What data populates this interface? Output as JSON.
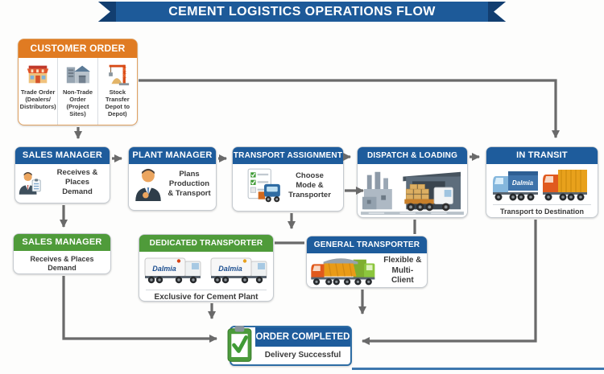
{
  "title": "CEMENT LOGISTICS OPERATIONS FLOW",
  "colors": {
    "header_blue": "#1e5c9c",
    "header_green": "#4f9b3a",
    "header_orange": "#e07b22",
    "ribbon_blue": "#1d5a99",
    "arrow_gray": "#6a6a6a",
    "accent_line_blue": "#3d77ae"
  },
  "icons": {
    "store-icon": "storefront with awning",
    "warehouse-icon": "industrial building",
    "crane-icon": "construction crane with stock pile",
    "person-clipboard-icon": "manager holding clipboard",
    "person-icon": "plant manager figure",
    "checklist-truck-icon": "checklist with truck",
    "factory-loading-icon": "factory and truck being loaded",
    "two-trucks-icon": "blue and orange trucks",
    "dalmia-trucks-icon": "two white branded trucks",
    "general-trucks-icon": "orange and green trucks",
    "clipboard-check-icon": "green clipboard with checkmark"
  },
  "nodes": {
    "customer_order": {
      "header": "CUSTOMER ORDER",
      "items": [
        {
          "icon": "store-icon",
          "label": "Trade Order\n(Dealers/\nDistributors)"
        },
        {
          "icon": "warehouse-icon",
          "label": "Non-Trade\nOrder\n(Project Sites)"
        },
        {
          "icon": "crane-icon",
          "label": "Stock Transfer\nDepot to\nDepot)"
        }
      ]
    },
    "sales_manager_top": {
      "header": "SALES MANAGER",
      "caption": "Receives & Places\nDemand"
    },
    "plant_manager": {
      "header": "PLANT MANAGER",
      "caption": "Plans\nProduction\n& Transport"
    },
    "transport_assignment": {
      "header": "TRANSPORT ASSIGNMENT",
      "caption": "Choose\nMode &\nTransporter"
    },
    "dispatch_loading": {
      "header": "DISPATCH & LOADING"
    },
    "in_transit": {
      "header": "IN TRANSIT",
      "caption": "Transport to Destination",
      "truck_label": "Dalmia"
    },
    "sales_manager_bottom": {
      "header": "SALES MANAGER",
      "caption": "Receives & Places Demand"
    },
    "dedicated_transporter": {
      "header": "DEDICATED TRANSPORTER",
      "caption": "Exclusive for Cement Plant",
      "truck_label_1": "Dalmia",
      "truck_label_2": "Dalmia"
    },
    "general_transporter": {
      "header": "GENERAL TRANSPORTER",
      "caption": "Flexible &\nMulti-Client"
    },
    "order_completed": {
      "header": "ORDER COMPLETED",
      "caption": "Delivery Successful"
    }
  }
}
